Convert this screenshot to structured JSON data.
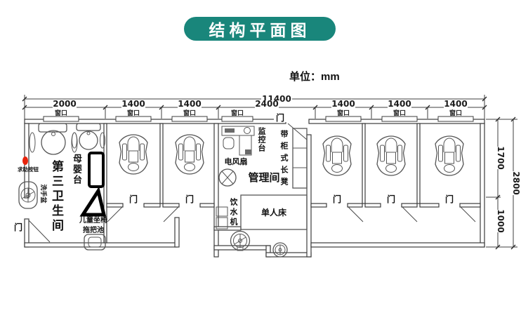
{
  "title": "结构平面图",
  "unit_note": "单位：mm",
  "colors": {
    "badge": "#19867b",
    "help_button": "#e8240c",
    "line": "#3c3c3c"
  },
  "dimensions": {
    "total_width": "11400",
    "top_segments": [
      "2000",
      "1400",
      "1400",
      "2400",
      "1400",
      "1400",
      "1400"
    ],
    "right_upper": "1700",
    "right_lower": "1000",
    "right_total": "2800"
  },
  "labels": {
    "window": "窗口",
    "door": "门",
    "help_button": "求助按钮",
    "third_restroom": "第三卫生间",
    "washbasin": "洗手盆",
    "baby_care_table": "母婴台",
    "child_seat": "儿童坐椅",
    "mop_sink": "拖把池",
    "monitor_desk": "监控台",
    "electric_fan": "电风扇",
    "management_room": "管理间",
    "cabinet_bench": "带柜式长凳",
    "water_dispenser": "饮水机",
    "single_bed": "单人床"
  }
}
